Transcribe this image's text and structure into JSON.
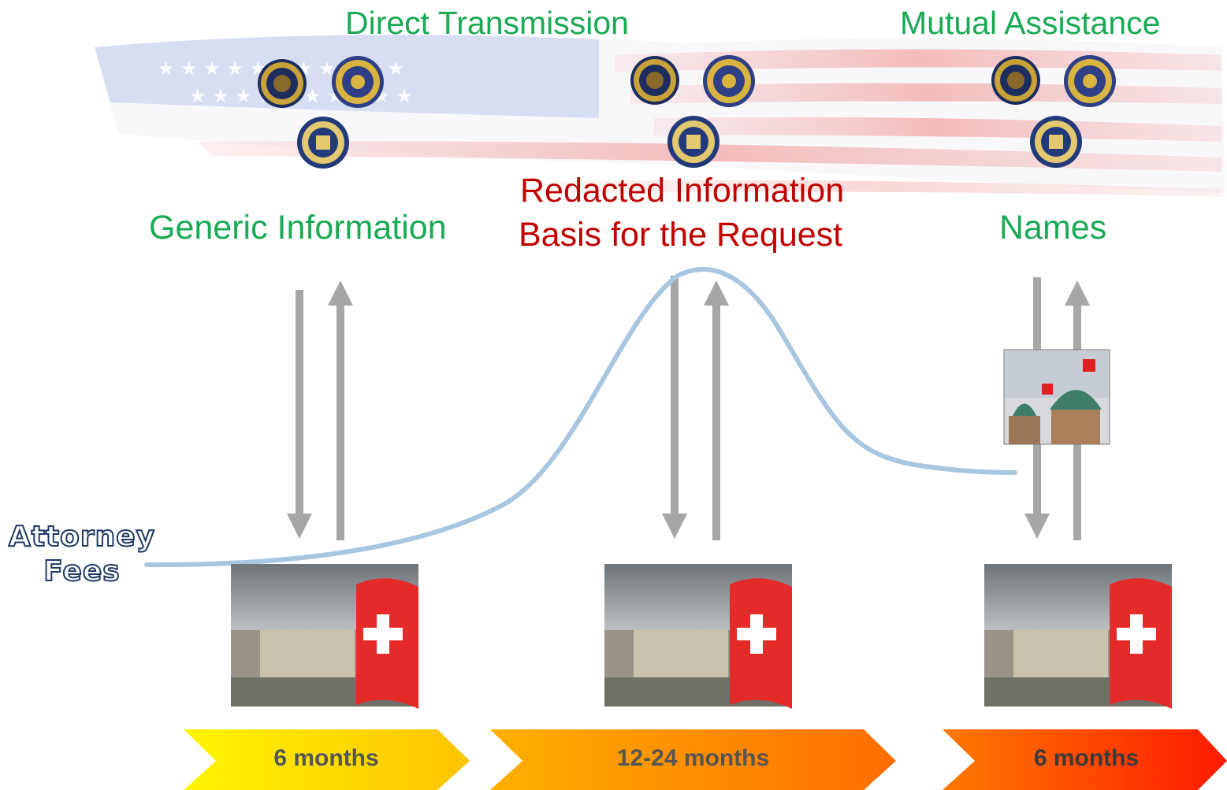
{
  "phases": [
    {
      "top_label": "Direct Transmission",
      "info_label": "Generic Information",
      "duration": "6 months"
    },
    {
      "info_label_line1": "Redacted Information",
      "info_label_line2": "Basis for the Request",
      "duration": "12-24 months"
    },
    {
      "top_label": "Mutual Assistance",
      "info_label": "Names",
      "duration": "6 months"
    }
  ],
  "curve_label_line1": "Attorney",
  "curve_label_line2": "Fees",
  "seals": [
    "doj-seal-icon",
    "sec-seal-icon",
    "irs-seal-icon"
  ],
  "colors": {
    "green_text": "#1aaa55",
    "red_text": "#c00000",
    "curve": "#a9c6e0",
    "exchange_arrow": "#a6a6a6",
    "timeline_gradient": [
      "#fff200",
      "#ff9a00",
      "#ff2a00"
    ]
  }
}
